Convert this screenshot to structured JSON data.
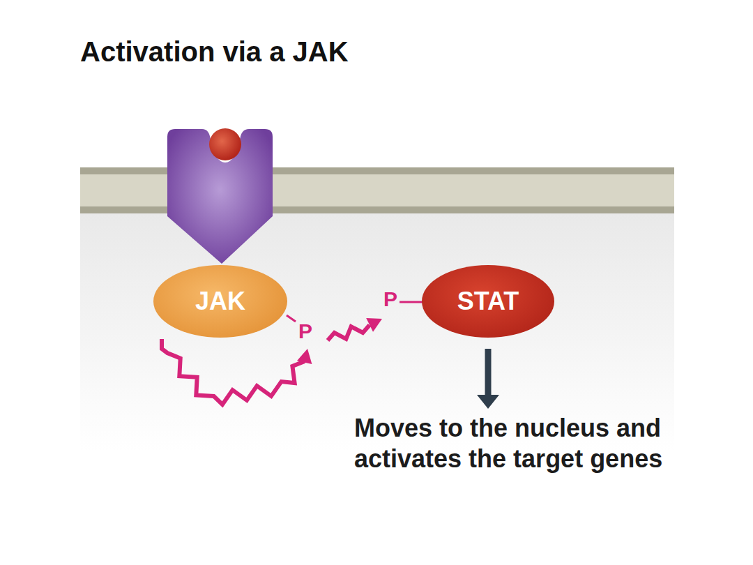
{
  "diagram": {
    "title": "Activation via a JAK",
    "nodes": [
      {
        "text": [
          "JAK"
        ]
      },
      {
        "text": [
          "STAT"
        ]
      }
    ],
    "labels": [
      "P",
      "P",
      "Moves to the nucleus and activates the target genes"
    ]
  }
}
